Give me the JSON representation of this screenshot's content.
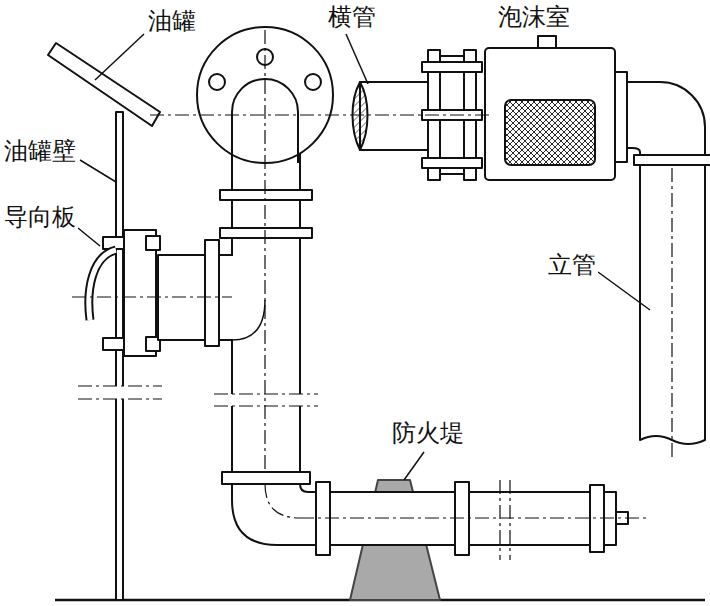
{
  "diagram": {
    "labels": [
      "油罐",
      "横管",
      "泡沫室",
      "油罐壁",
      "导向板",
      "立管",
      "防火堤"
    ]
  }
}
